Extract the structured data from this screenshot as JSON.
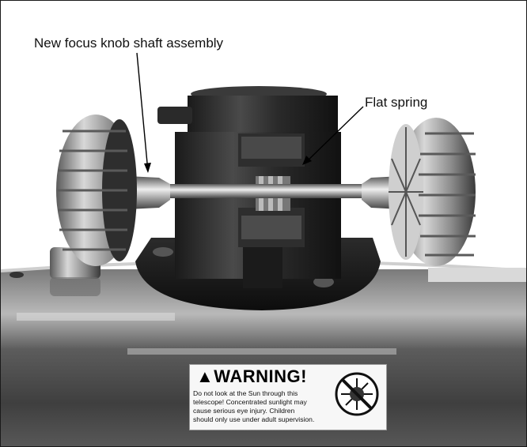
{
  "callouts": {
    "shaft": "New focus knob shaft assembly",
    "spring": "Flat spring"
  },
  "warning_label": {
    "title": "WARNING!",
    "lines": [
      "Do not look at the Sun through this",
      "telescope! Concentrated sunlight may",
      "cause serious eye injury. Children",
      "should only use under adult supervision."
    ]
  },
  "icons": {
    "warning_triangle": "warning-triangle-icon",
    "no_sun": "no-sun-viewing-icon"
  }
}
